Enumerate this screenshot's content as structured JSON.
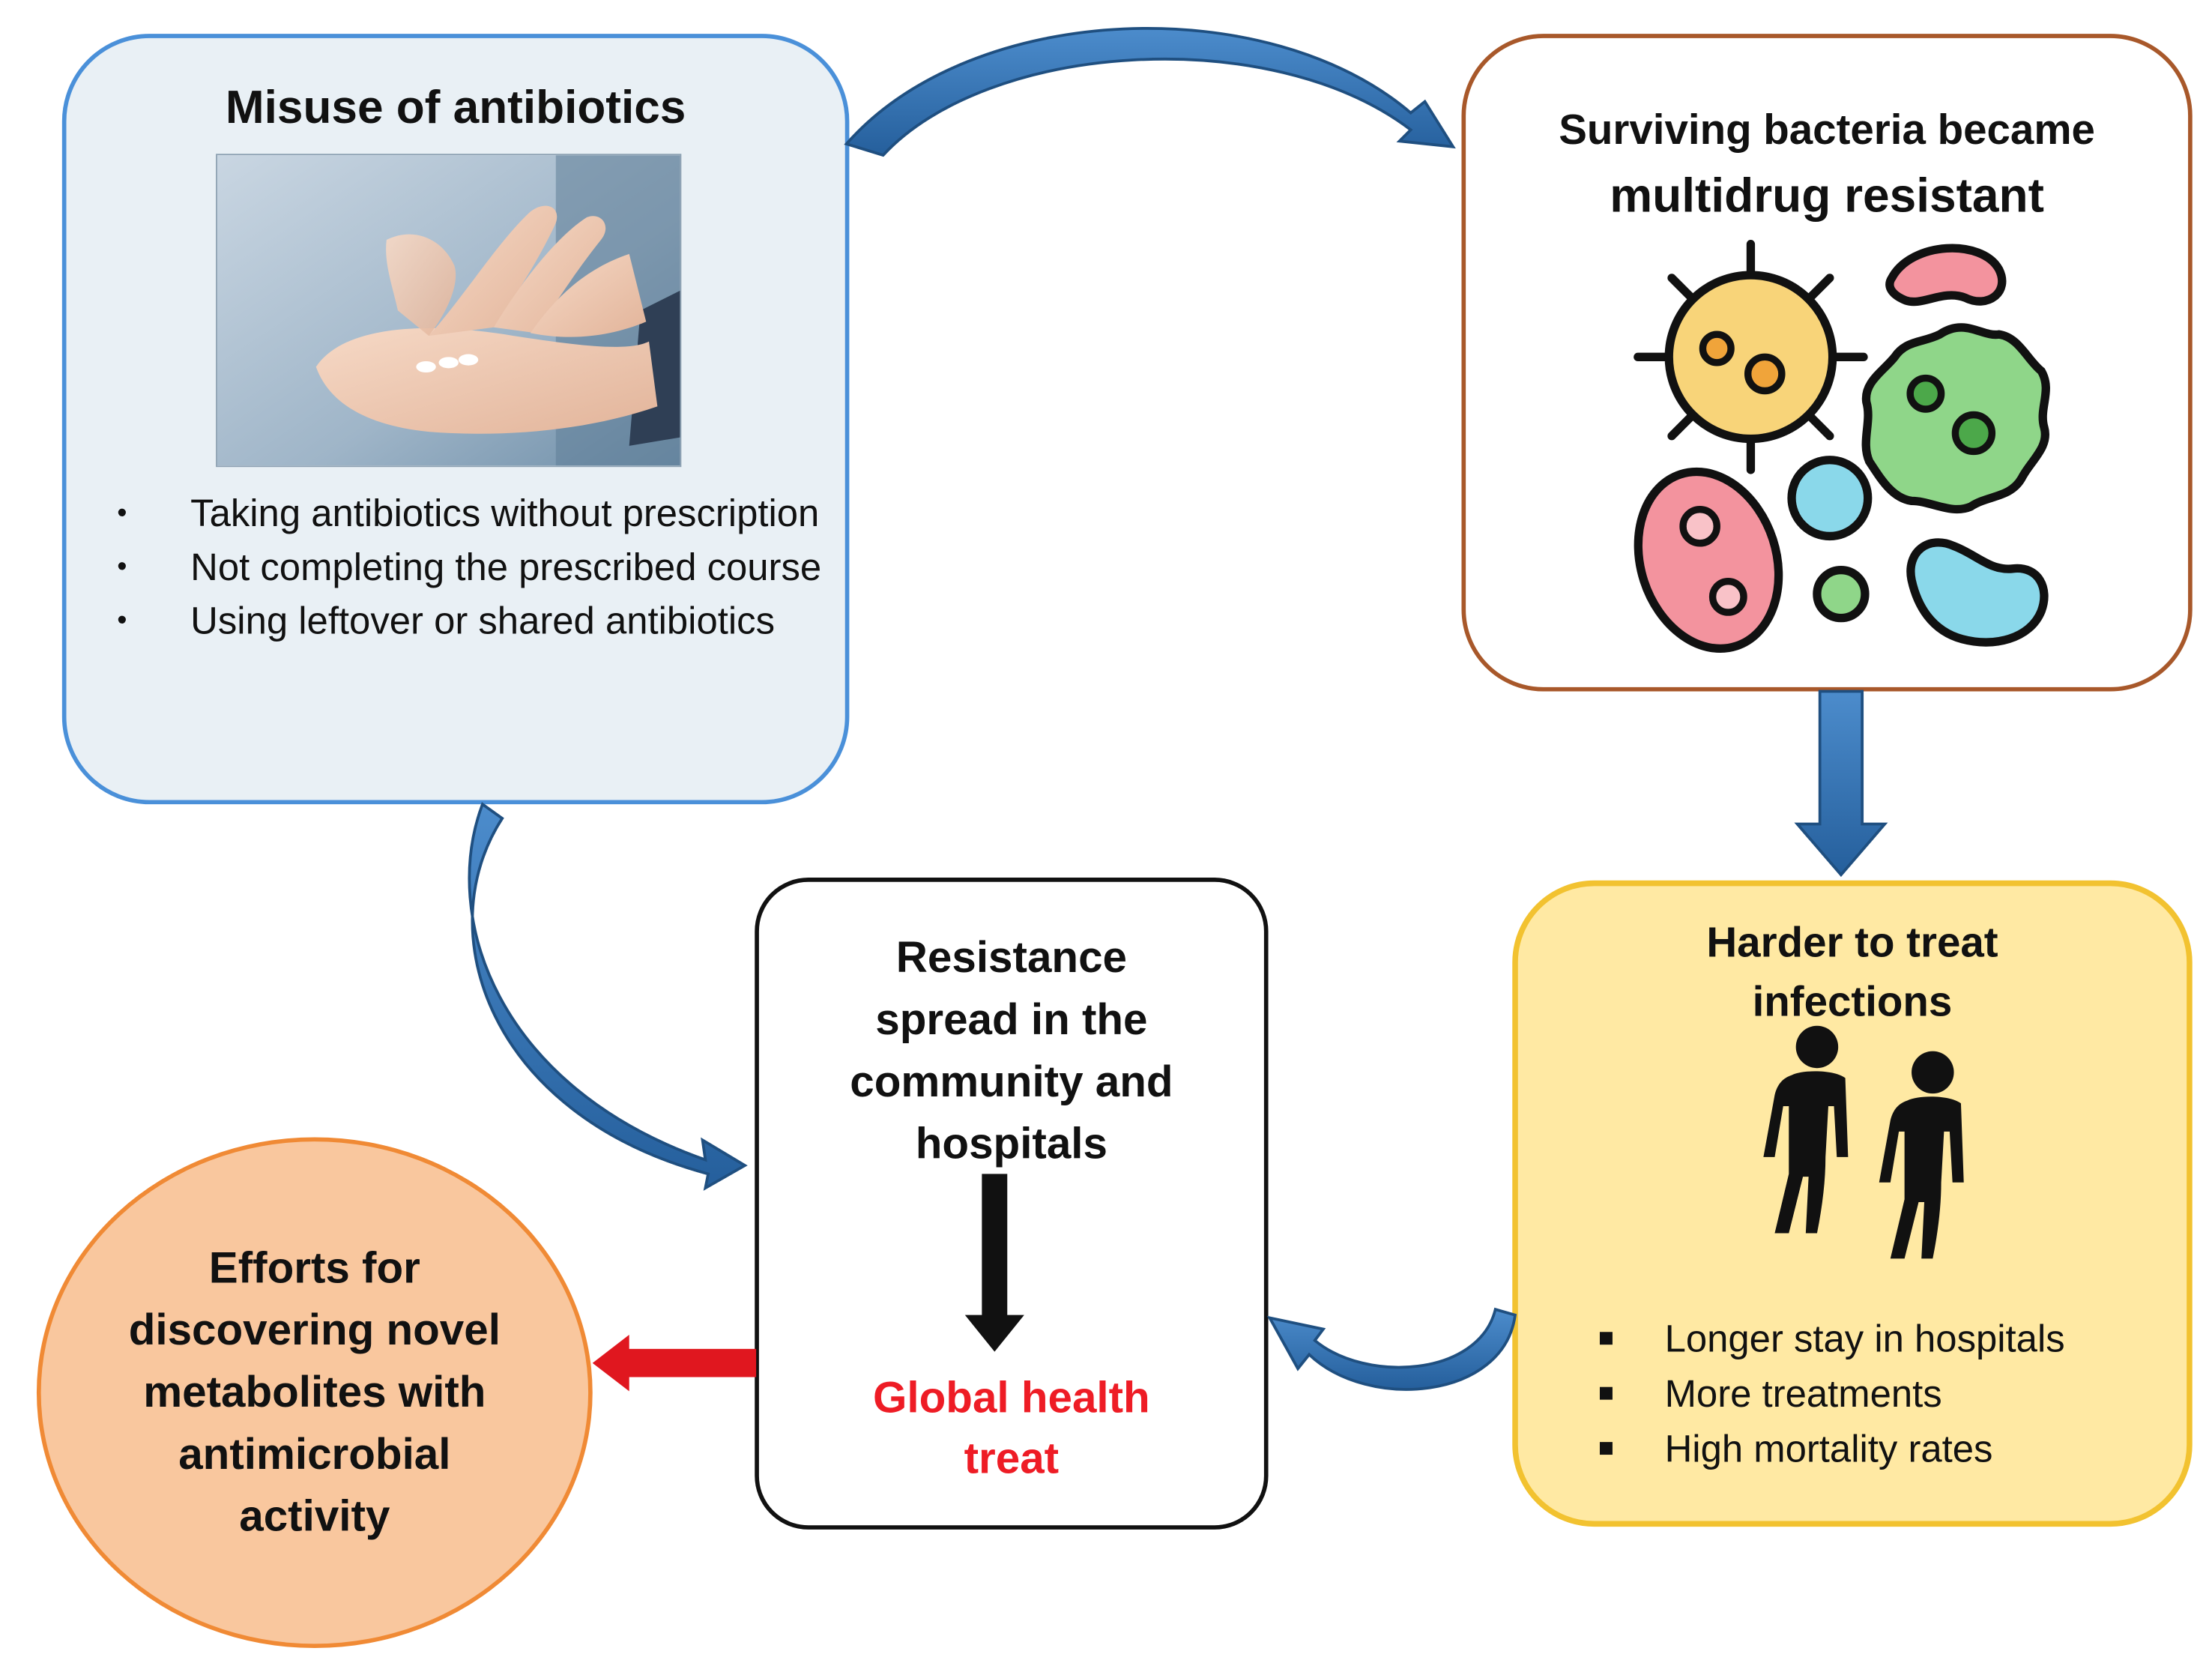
{
  "misuse": {
    "title": "Misuse of antibiotics",
    "bullets": [
      "Taking antibiotics  without prescription",
      "Not completing the prescribed course",
      "Using leftover or shared antibiotics"
    ]
  },
  "surviving": {
    "title_line1": "Surviving bacteria became",
    "title_line2": "multidrug resistant"
  },
  "resistance": {
    "title_lines": [
      "Resistance",
      "spread in the",
      "community and",
      "hospitals"
    ],
    "global_lines": [
      "Global health",
      "treat"
    ]
  },
  "harder": {
    "title_lines": [
      "Harder to treat",
      "infections"
    ],
    "bullets": [
      "Longer stay in hospitals",
      "More treatments",
      "High mortality rates"
    ]
  },
  "efforts": {
    "title_lines": [
      "Efforts for",
      "discovering novel",
      "metabolites with",
      "antimicrobial",
      "activity"
    ]
  },
  "colors": {
    "blue_arrow": "#3a78b8",
    "red_arrow": "#e0171f",
    "global_text": "#ee1c25"
  }
}
